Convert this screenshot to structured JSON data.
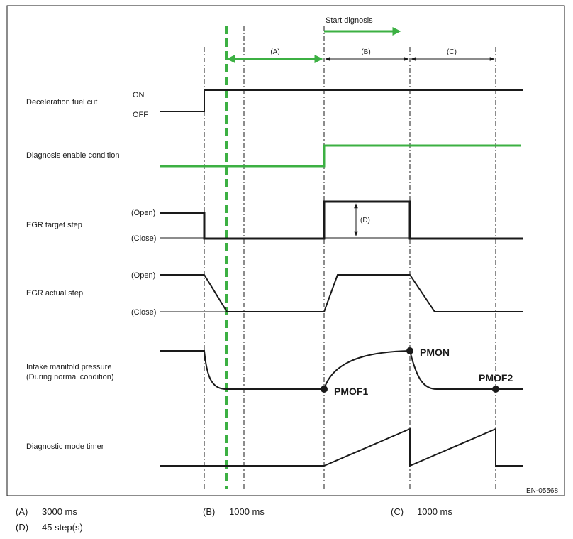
{
  "header": {
    "start_diagnosis": "Start dignosis"
  },
  "intervals": {
    "a": "(A)",
    "b": "(B)",
    "c": "(C)",
    "d": "(D)"
  },
  "signals": {
    "decel_fuel_cut": {
      "label": "Deceleration fuel cut",
      "on": "ON",
      "off": "OFF"
    },
    "diag_enable": {
      "label": "Diagnosis enable condition"
    },
    "egr_target": {
      "label": "EGR target step",
      "open": "(Open)",
      "close": "(Close)"
    },
    "egr_actual": {
      "label": "EGR actual step",
      "open": "(Open)",
      "close": "(Close)"
    },
    "intake_pressure": {
      "label_line1": "Intake manifold pressure",
      "label_line2": "(During normal condition)",
      "pmof1": "PMOF1",
      "pmon": "PMON",
      "pmof2": "PMOF2"
    },
    "diag_timer": {
      "label": "Diagnostic mode timer"
    }
  },
  "figure_id": "EN-05568",
  "legend": [
    {
      "key": "(A)",
      "value": "3000 ms"
    },
    {
      "key": "(B)",
      "value": "1000 ms"
    },
    {
      "key": "(C)",
      "value": "1000 ms"
    },
    {
      "key": "(D)",
      "value": "45 step(s)"
    }
  ],
  "colors": {
    "highlight": "#3cb043",
    "line": "#1a1a1a"
  }
}
